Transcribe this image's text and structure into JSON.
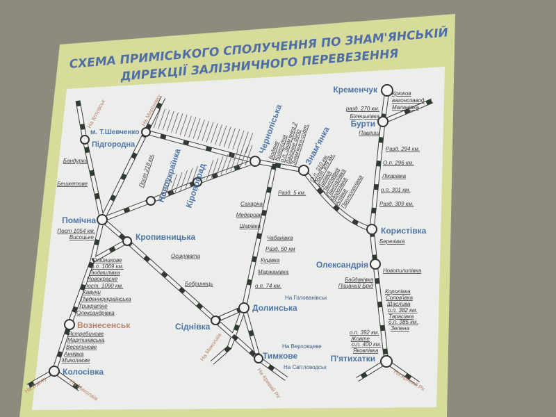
{
  "title": {
    "line1": "СХЕМА ПРИМІСЬКОГО СПОЛУЧЕННЯ ПО ЗНАМ'ЯНСЬКІЙ",
    "line2": "ДИРЕКЦІЇ ЗАЛІЗНИЧНОГО ПЕРЕВЕЗЕННЯ"
  },
  "hubs": {
    "kremenchuk": "Кременчук",
    "burty": "Бурти",
    "korystivka": "Користівка",
    "oleksandriia": "Олександрія",
    "piatykhatky": "П'ятихатки",
    "znamianka": "Знам'янка",
    "chornoliska": "Черноліська",
    "shevchenko": "м. Т.Шевченко",
    "pidhorodna": "Підгородна",
    "pomichna": "Помічна",
    "kropyvnytska": "Кропивницька",
    "novoukrainka": "Новоукраїнка",
    "kirovohrad": "Кіровоград",
    "dolynska": "Долинська",
    "sidnivka": "Сіднівка",
    "tymkove": "Тимкове",
    "voznesensk": "Вознесенськ",
    "kolosivka": "Колосівка"
  },
  "directions": {
    "to_kryvyi_rih_1": "На Кривий Ріг",
    "to_kryvyi_rih_2": "На Кривий Ріг",
    "to_odesa": "На Одесу",
    "to_mykolaiv_1": "На Миколаїв",
    "to_mykolaiv_2": "На Миколаїв",
    "to_myronivka": "На Миронівку",
    "to_kotovsk": "На Котовськ",
    "to_holovanivsk": "На Голованівськ",
    "to_verkhovtseve": "На Верховцеве",
    "to_svitlovodsk": "На Світловодськ"
  },
  "stops": {
    "kremenchuk_branch": [
      "Крюков",
      "вагонозавод",
      "Маланівка"
    ],
    "kremenchuk_burty": [
      "разд. 270 км.",
      "Білецьківка"
    ],
    "burty_left": [
      "Павлиш"
    ],
    "burty_korystivka": [
      "Разд. 294 км.",
      "О.п. 296 км.",
      "Лікарівка",
      "о.п. 301 км.",
      "Разд. 309 км."
    ],
    "korystivka_oleksandriia": [
      "Березівка"
    ],
    "oleksandriia_right": [
      "Новопилипівка",
      "Королівка",
      "Солов'ївка",
      "Щаслива",
      "о.п. 382 км.",
      "Тарасівка",
      "о.п. 385 км.",
      "Зелена"
    ],
    "oleksandriia_left": [
      "Байдаківка",
      "Піщаний Брід"
    ],
    "piatykhatky_left": [
      "о.п. 392 км.",
      "Жовте",
      "о.п. 400 км.",
      "Яковлівка"
    ],
    "znamianka_korystivka": [
      "О.п. 310 км.",
      "Пост 309 км.",
      "Диківка",
      "Пантаївка",
      "Пантазіївка",
      "Морозівка",
      "Аліївка",
      "Протопопівка"
    ],
    "chornoliska_znamianka": [
      "Водяне",
      "Колгоспна",
      "о.п. Знам'янка 2",
      "Вагонне депо",
      "Знам'янка-сорт."
    ],
    "pidhorodna_pomichna": [
      "Бандурка",
      "Бешкетове"
    ],
    "pomichna_left": [
      "Пост 1054 км.",
      "Висоцьке"
    ],
    "pomichna_voznesensk": [
      "Олійникове",
      "о.п. 1069 км.",
      "Людмилівка",
      "Новокрасне",
      "пост. 1090 км.",
      "Кавуни",
      "Південноукраїнська",
      "Трикратне",
      "Олександрівка"
    ],
    "voznesensk_kolosivka": [
      "Ястребинове",
      "Мартинівська",
      "Веселинове",
      "Аннівка",
      "Миколаєве"
    ],
    "kropyvnytska_line": [
      "Осикувата",
      "Бобринець"
    ],
    "novoukrainka_pomichna": [
      "Пост 218 км."
    ],
    "chornoliska_dolynska_right": [
      "Разд. 5 км.",
      "Чабанівка",
      "Разд. 50 км",
      "Куцівка",
      "Маржанівка",
      "о.п. 74 км."
    ],
    "chornoliska_dolynska_left": [
      "Сахарна",
      "Медерове",
      "Шарівка"
    ]
  }
}
